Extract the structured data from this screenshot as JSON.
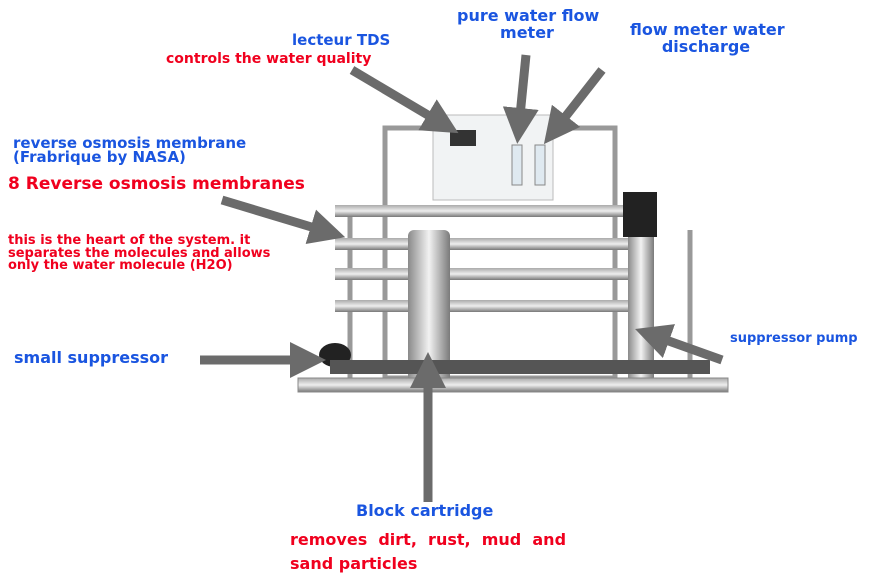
{
  "labels": {
    "tds_title": "lecteur TDS",
    "tds_desc": "controls the water quality",
    "pure_flow_1": "pure water flow",
    "pure_flow_2": "meter",
    "discharge_1": "flow meter water",
    "discharge_2": "discharge",
    "membrane_1": "reverse osmosis membrane",
    "membrane_2": "(Frabrique by NASA)",
    "membranes_count": "8 Reverse osmosis membranes",
    "heart_1": "this is the heart of the system. it",
    "heart_2": "separates the molecules and allows",
    "heart_3": "only the water molecule (H2O)",
    "small_suppressor": "small suppressor",
    "suppressor_pump": "suppressor pump",
    "block_title": "Block cartridge",
    "block_desc_1": "removes  dirt,  rust,  mud  and",
    "block_desc_2": "sand particles"
  },
  "colors": {
    "title": "#1a55e0",
    "desc": "#f0001e",
    "arrow": "#6b6b6b"
  }
}
